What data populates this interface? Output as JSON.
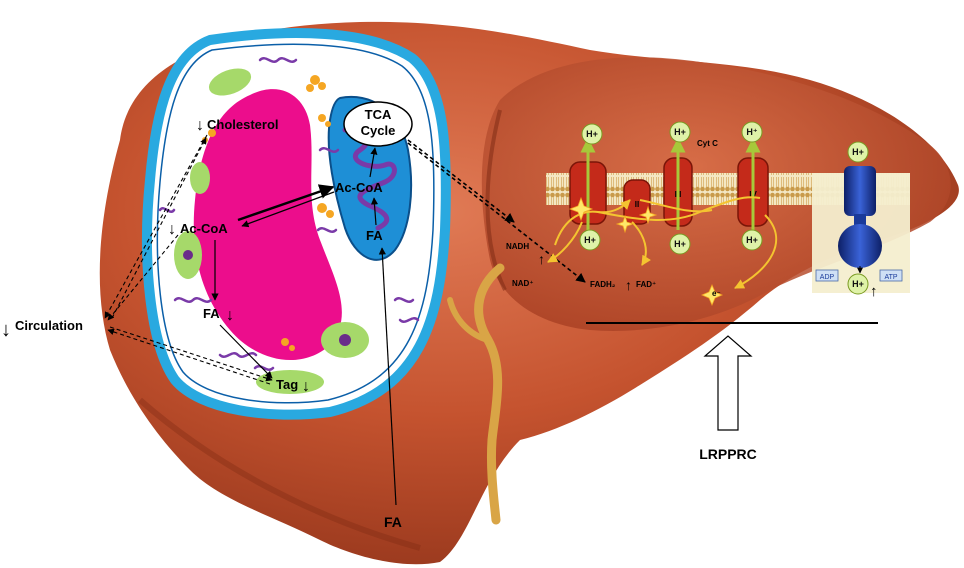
{
  "labels": {
    "tca_line1": "TCA",
    "tca_line2": "Cycle",
    "cholesterol": "Cholesterol",
    "ac_coa_mito": "Ac-CoA",
    "ac_coa_cyto": "Ac-CoA",
    "fa_mito": "FA",
    "fa_cyto": "FA",
    "tag": "Tag",
    "circulation": "Circulation",
    "fa_bottom": "FA",
    "lrpprc": "LRPPRC"
  },
  "etc": {
    "h_plus": "H+",
    "h_plus_alt": "H⁺",
    "cyt_c": "Cyt C",
    "complex_1": "I",
    "complex_2": "II",
    "complex_3": "III",
    "complex_4": "IV",
    "nadh": "NADH",
    "nad_plus": "NAD⁺",
    "fadh2": "FADH₂",
    "fad_plus": "FAD⁺",
    "electron": "e⁻",
    "adp": "ADP",
    "atp": "ATP"
  },
  "arrows": {
    "down": "↓",
    "up": "↑"
  },
  "colors": {
    "liver": "#c0502e",
    "liver_dark": "#8e3219",
    "cell_border": "#29a9e0",
    "nucleus": "#ec0d8c",
    "mitochondrion": "#1e8fd6",
    "membrane": "#d8b06a",
    "complex": "#c42a1a",
    "atp_synthase": "#1a3a9a",
    "h_plus_circle": "#dff2a8"
  }
}
